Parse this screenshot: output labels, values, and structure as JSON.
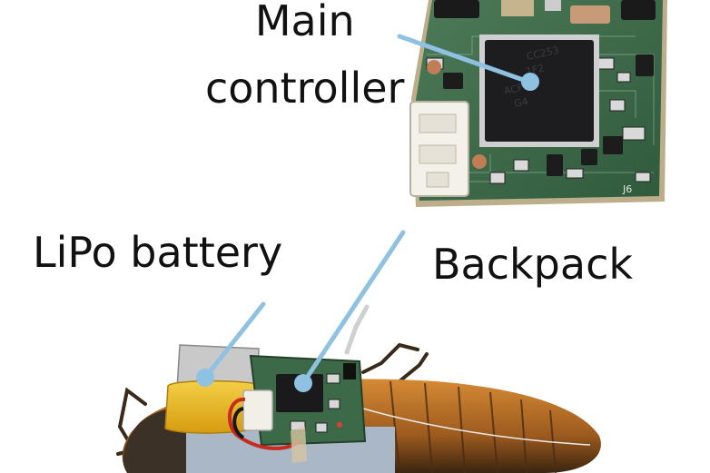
{
  "labels": {
    "main_controller_line1": "Main",
    "main_controller_line2": "controller",
    "lipo_battery": "LiPo battery",
    "backpack": "Backpack"
  },
  "chip_markings": [
    "CC253",
    "1F2",
    "ACFH",
    "G4"
  ],
  "board_marking": "J6",
  "colors": {
    "pointer_line": "#8fc1e3",
    "pcb_green": "#3d6b4a",
    "battery_yellow": "#e8b820",
    "insect_orange": "#c7782a"
  }
}
